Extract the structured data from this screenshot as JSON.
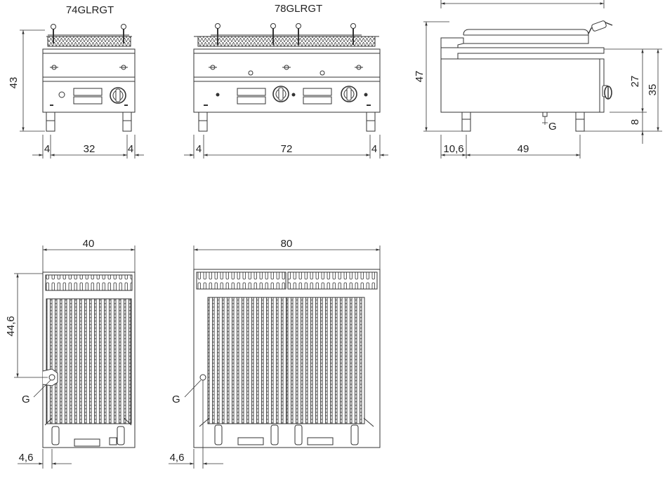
{
  "views": {
    "front_small": {
      "model": "74GLRGT",
      "height": "43",
      "leg_left": "4",
      "inner_width": "32",
      "leg_right": "4"
    },
    "front_large": {
      "model": "78GLRGT",
      "leg_left": "4",
      "inner_width": "72",
      "leg_right": "4"
    },
    "side": {
      "total_height": "47",
      "body_height": "27",
      "height_to_top": "35",
      "leg_height": "8",
      "offset": "10,6",
      "depth": "49",
      "gas_label": "G"
    },
    "top_small": {
      "width": "40",
      "depth": "44,6",
      "gas_label": "G",
      "gas_offset": "4,6"
    },
    "top_large": {
      "width": "80",
      "gas_label": "G",
      "gas_offset": "4,6"
    }
  }
}
